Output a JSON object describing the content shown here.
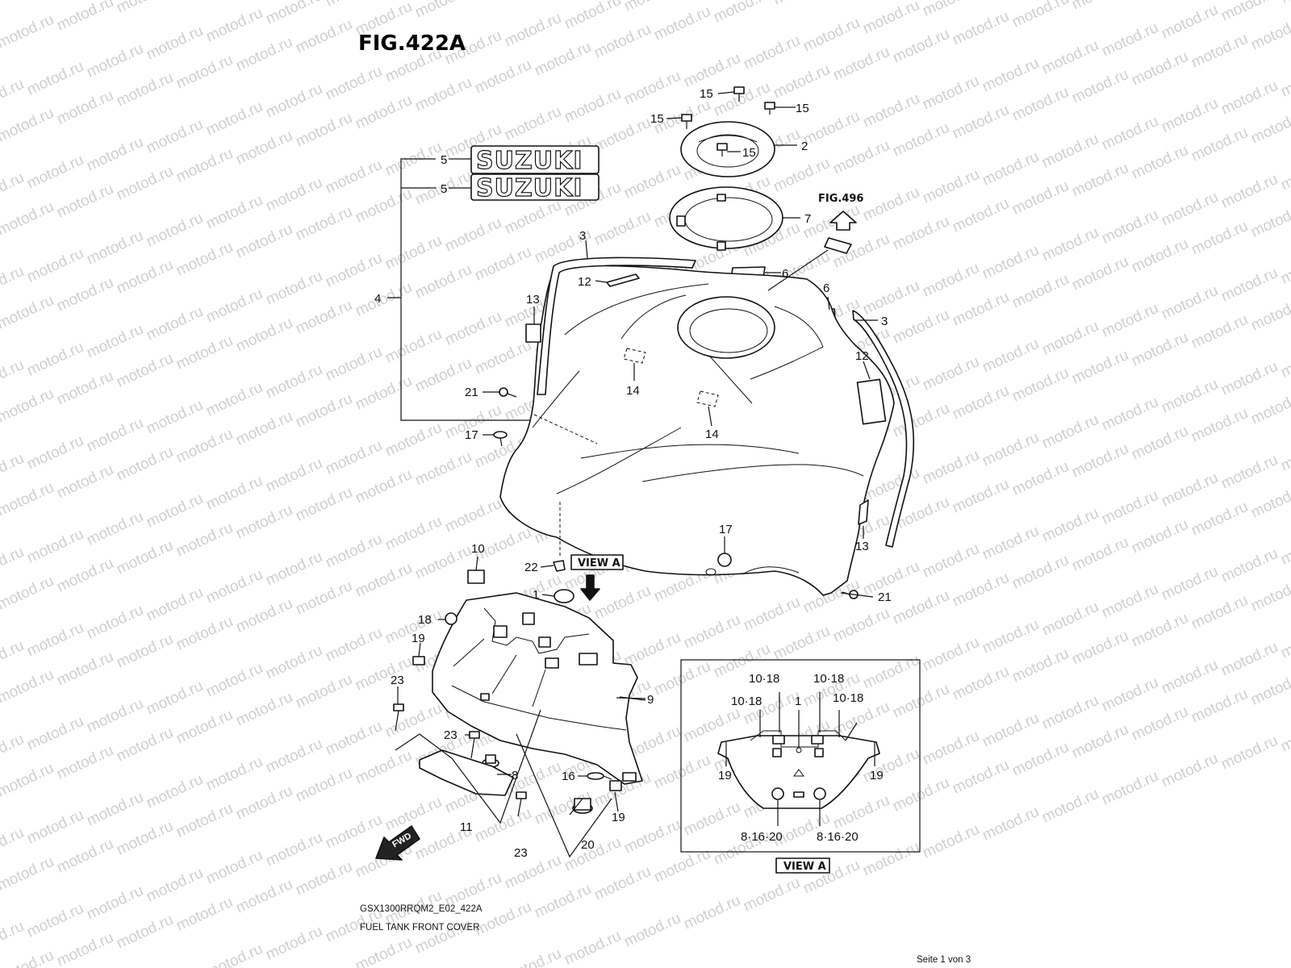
{
  "watermark_text": "motod.ru",
  "figure": {
    "title": "FIG.422A",
    "ref_figure": "FIG.496",
    "view_label": "VIEW A",
    "logo_text": "SUZUKI",
    "fwd_label": "FWD"
  },
  "callouts": {
    "c1": "1",
    "c2": "2",
    "c3a": "3",
    "c3b": "3",
    "c4": "4",
    "c5a": "5",
    "c5b": "5",
    "c6a": "6",
    "c6b": "6",
    "c7": "7",
    "c8": "8",
    "c9": "9",
    "c10": "10",
    "c11": "11",
    "c12a": "12",
    "c12b": "12",
    "c13a": "13",
    "c13b": "13",
    "c14a": "14",
    "c14b": "14",
    "c15a": "15",
    "c15b": "15",
    "c15c": "15",
    "c15d": "15",
    "c16": "16",
    "c17a": "17",
    "c17b": "17",
    "c18": "18",
    "c19a": "19",
    "c19b": "19",
    "c20": "20",
    "c21a": "21",
    "c21b": "21",
    "c22": "22",
    "c23a": "23",
    "c23b": "23",
    "c23c": "23"
  },
  "view_a": {
    "labels": {
      "v1": "10·18",
      "v2": "10·18",
      "v3": "10·18",
      "v4": "10·18",
      "v5": "1",
      "v6": "19",
      "v7": "19",
      "v8": "8·16·20",
      "v9": "8·16·20"
    }
  },
  "footer": {
    "model_code": "GSX1300RRQM2_E02_422A",
    "caption": "FUEL TANK FRONT COVER",
    "page": "Seite 1 von 3"
  }
}
